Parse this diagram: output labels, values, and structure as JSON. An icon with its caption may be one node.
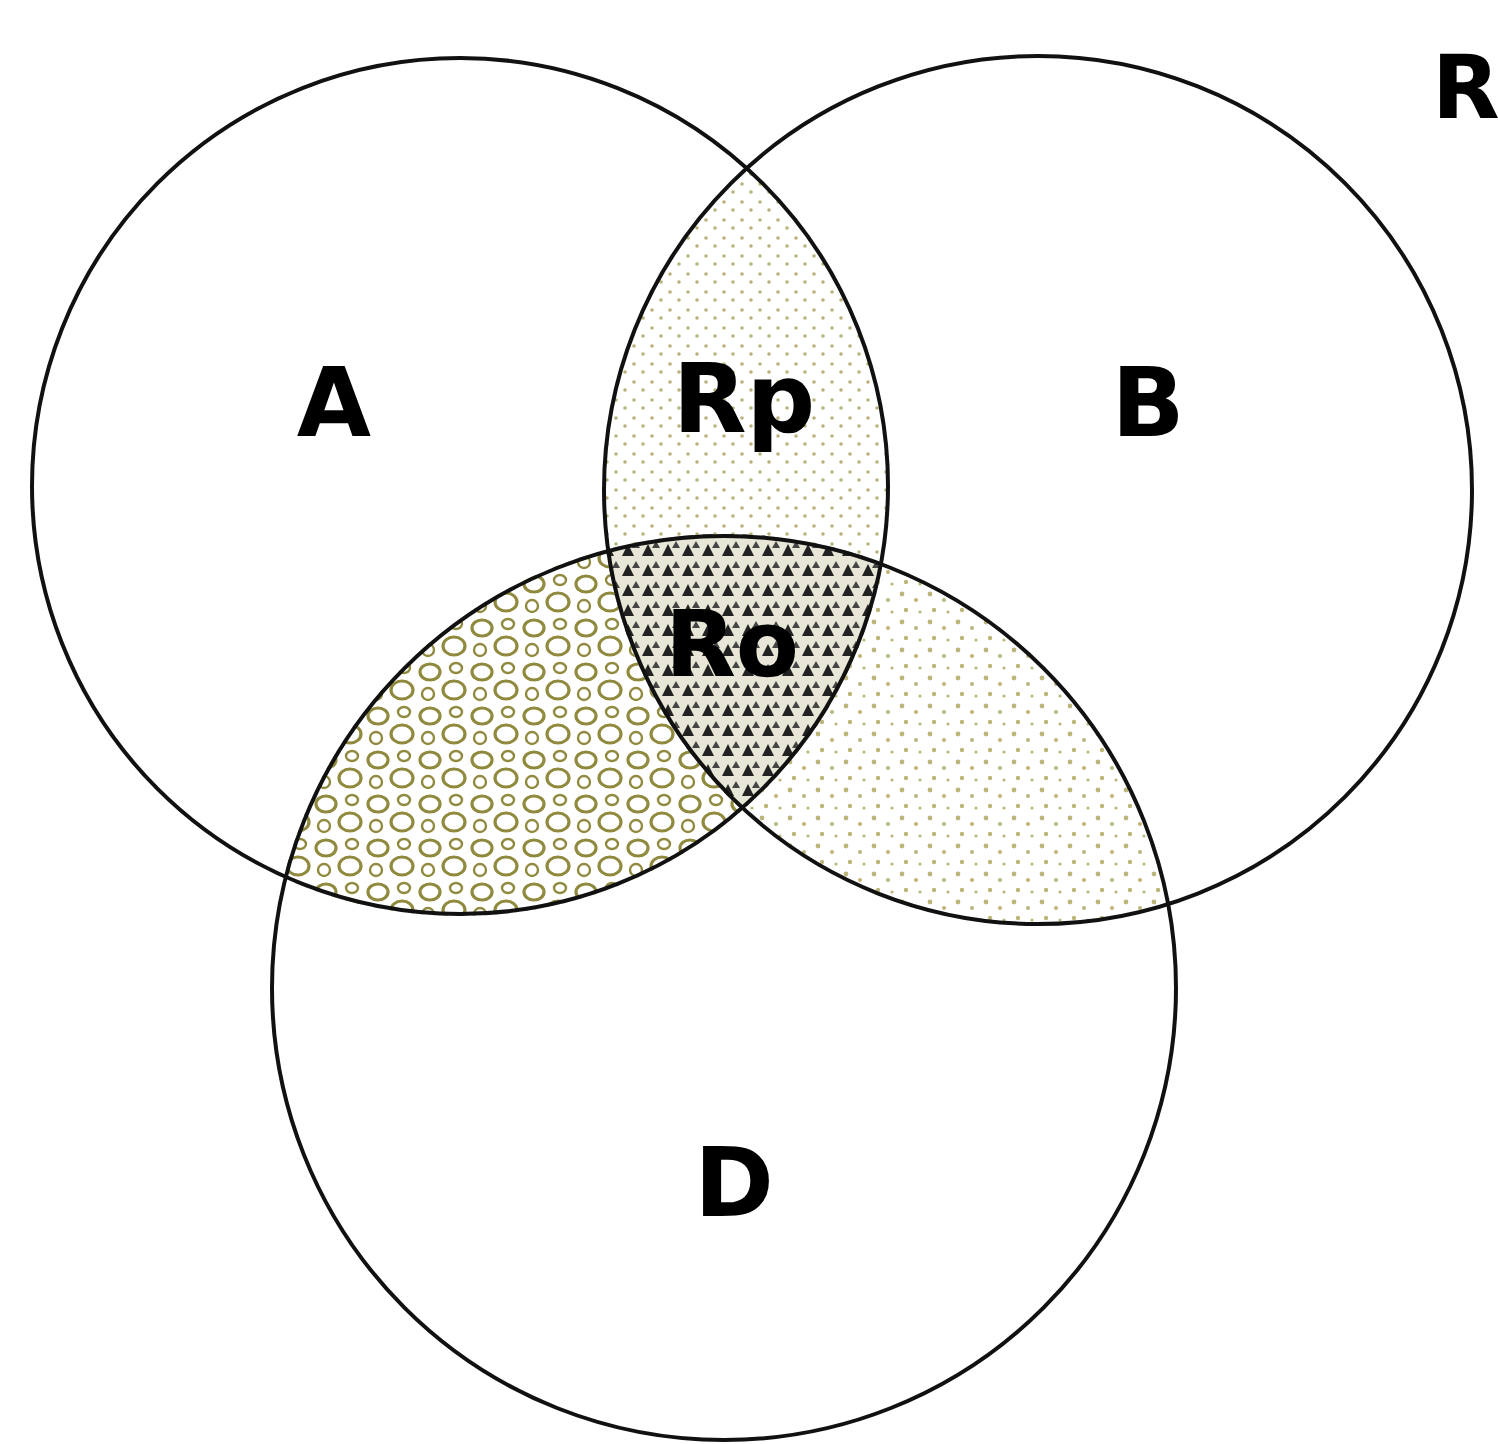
{
  "diagram": {
    "nodes": [
      {
        "text": [
          "A"
        ]
      },
      {
        "text": [
          "B"
        ]
      },
      {
        "text": [
          "D"
        ]
      }
    ],
    "edges": [],
    "labels": [
      "R",
      "Rp",
      "Ro"
    ]
  }
}
